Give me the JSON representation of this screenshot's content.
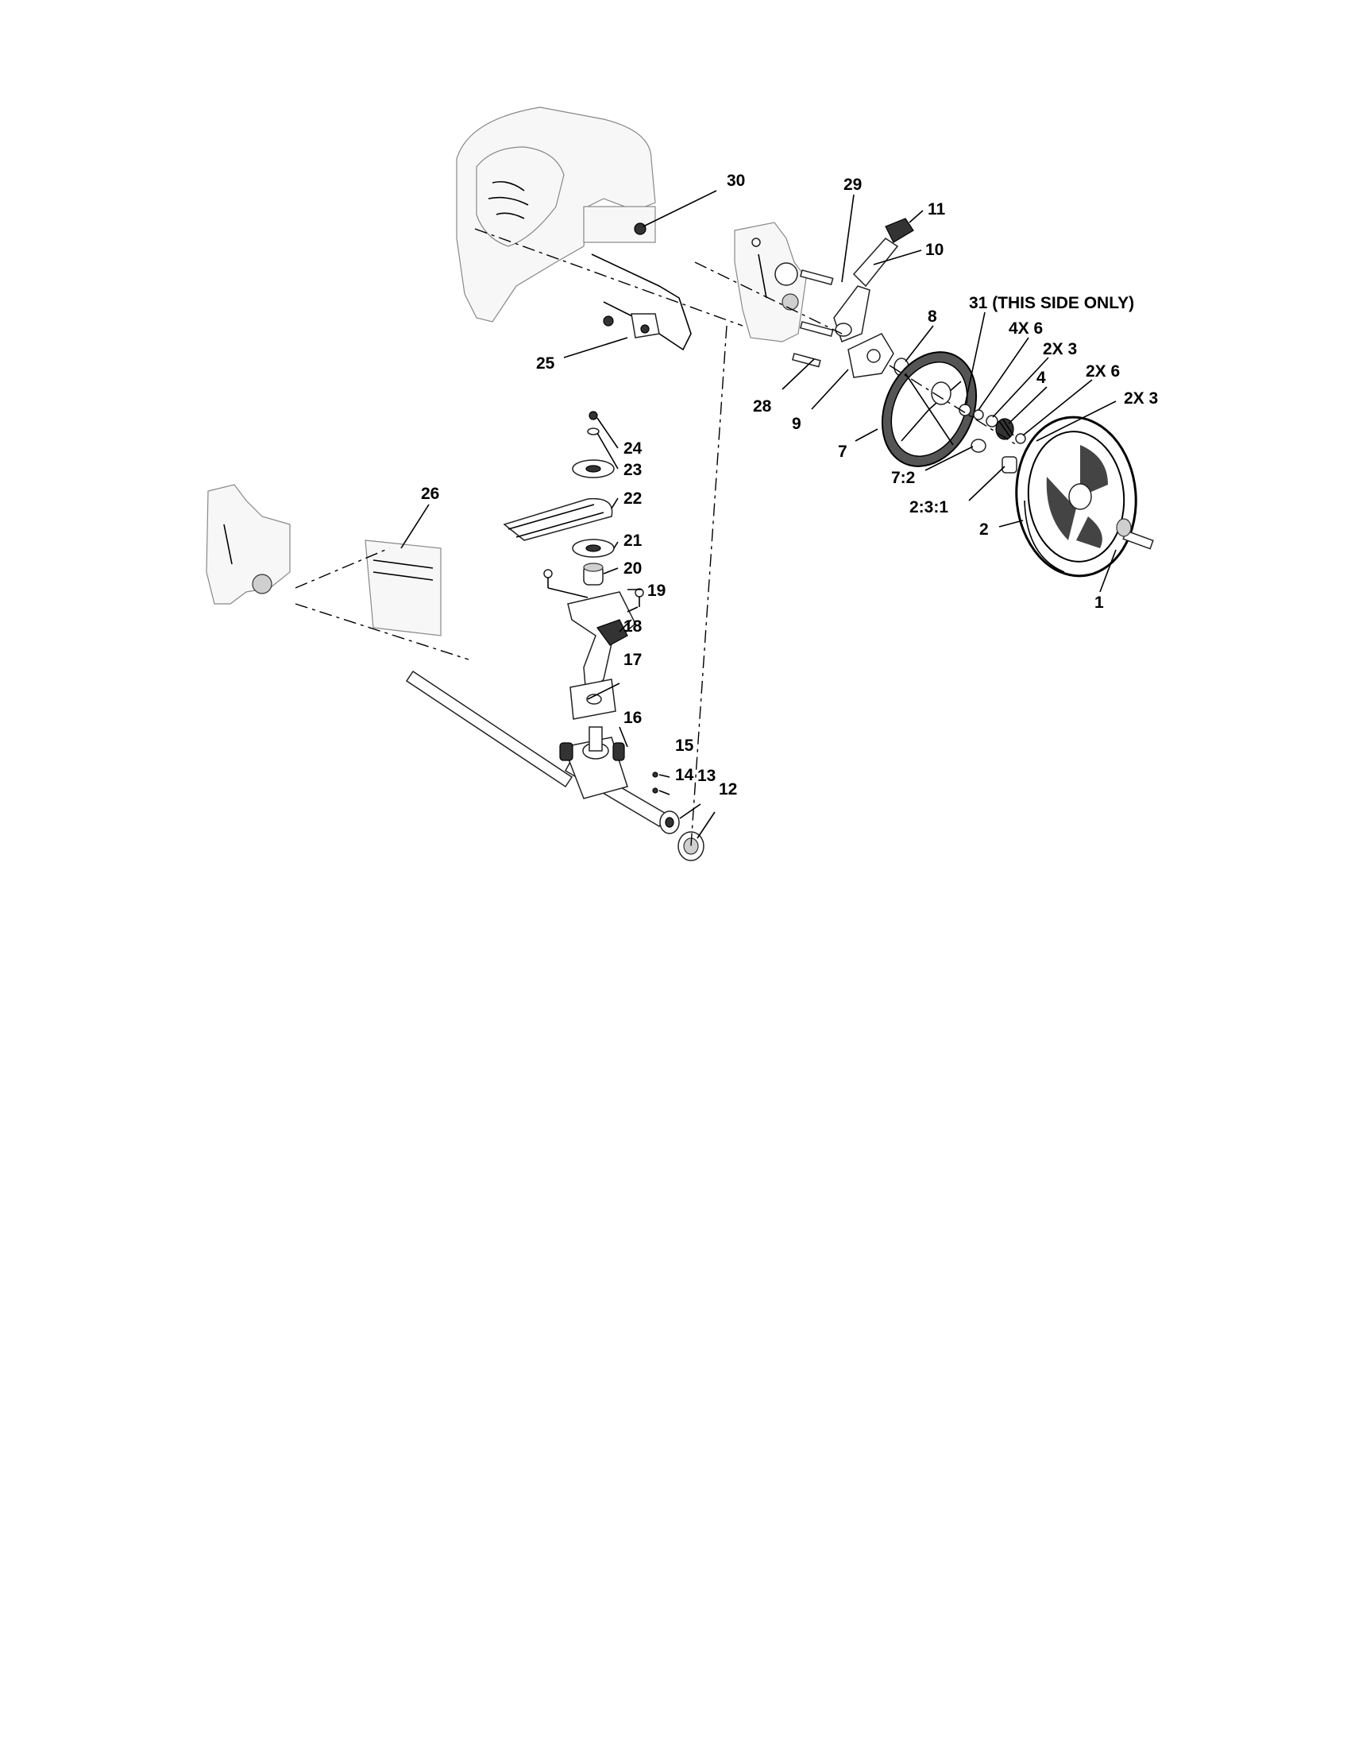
{
  "callouts": [
    {
      "id": "30",
      "text": "30"
    },
    {
      "id": "29",
      "text": "29"
    },
    {
      "id": "11",
      "text": "11"
    },
    {
      "id": "10",
      "text": "10"
    },
    {
      "id": "31",
      "text": "31 (THIS SIDE ONLY)"
    },
    {
      "id": "8",
      "text": "8"
    },
    {
      "id": "4x6",
      "text": "4X 6"
    },
    {
      "id": "2x3a",
      "text": "2X 3"
    },
    {
      "id": "4",
      "text": "4"
    },
    {
      "id": "2x6",
      "text": "2X 6"
    },
    {
      "id": "2x3b",
      "text": "2X 3"
    },
    {
      "id": "25",
      "text": "25"
    },
    {
      "id": "28",
      "text": "28"
    },
    {
      "id": "9",
      "text": "9"
    },
    {
      "id": "7",
      "text": "7"
    },
    {
      "id": "7_2",
      "text": "7:2"
    },
    {
      "id": "2_3_1",
      "text": "2:3:1"
    },
    {
      "id": "2",
      "text": "2"
    },
    {
      "id": "1",
      "text": "1"
    },
    {
      "id": "24",
      "text": "24"
    },
    {
      "id": "23",
      "text": "23"
    },
    {
      "id": "22",
      "text": "22"
    },
    {
      "id": "26",
      "text": "26"
    },
    {
      "id": "21",
      "text": "21"
    },
    {
      "id": "20",
      "text": "20"
    },
    {
      "id": "19",
      "text": "19"
    },
    {
      "id": "18",
      "text": "18"
    },
    {
      "id": "17",
      "text": "17"
    },
    {
      "id": "16",
      "text": "16"
    },
    {
      "id": "15",
      "text": "15"
    },
    {
      "id": "14",
      "text": "14"
    },
    {
      "id": "13",
      "text": "13"
    },
    {
      "id": "12",
      "text": "12"
    }
  ]
}
